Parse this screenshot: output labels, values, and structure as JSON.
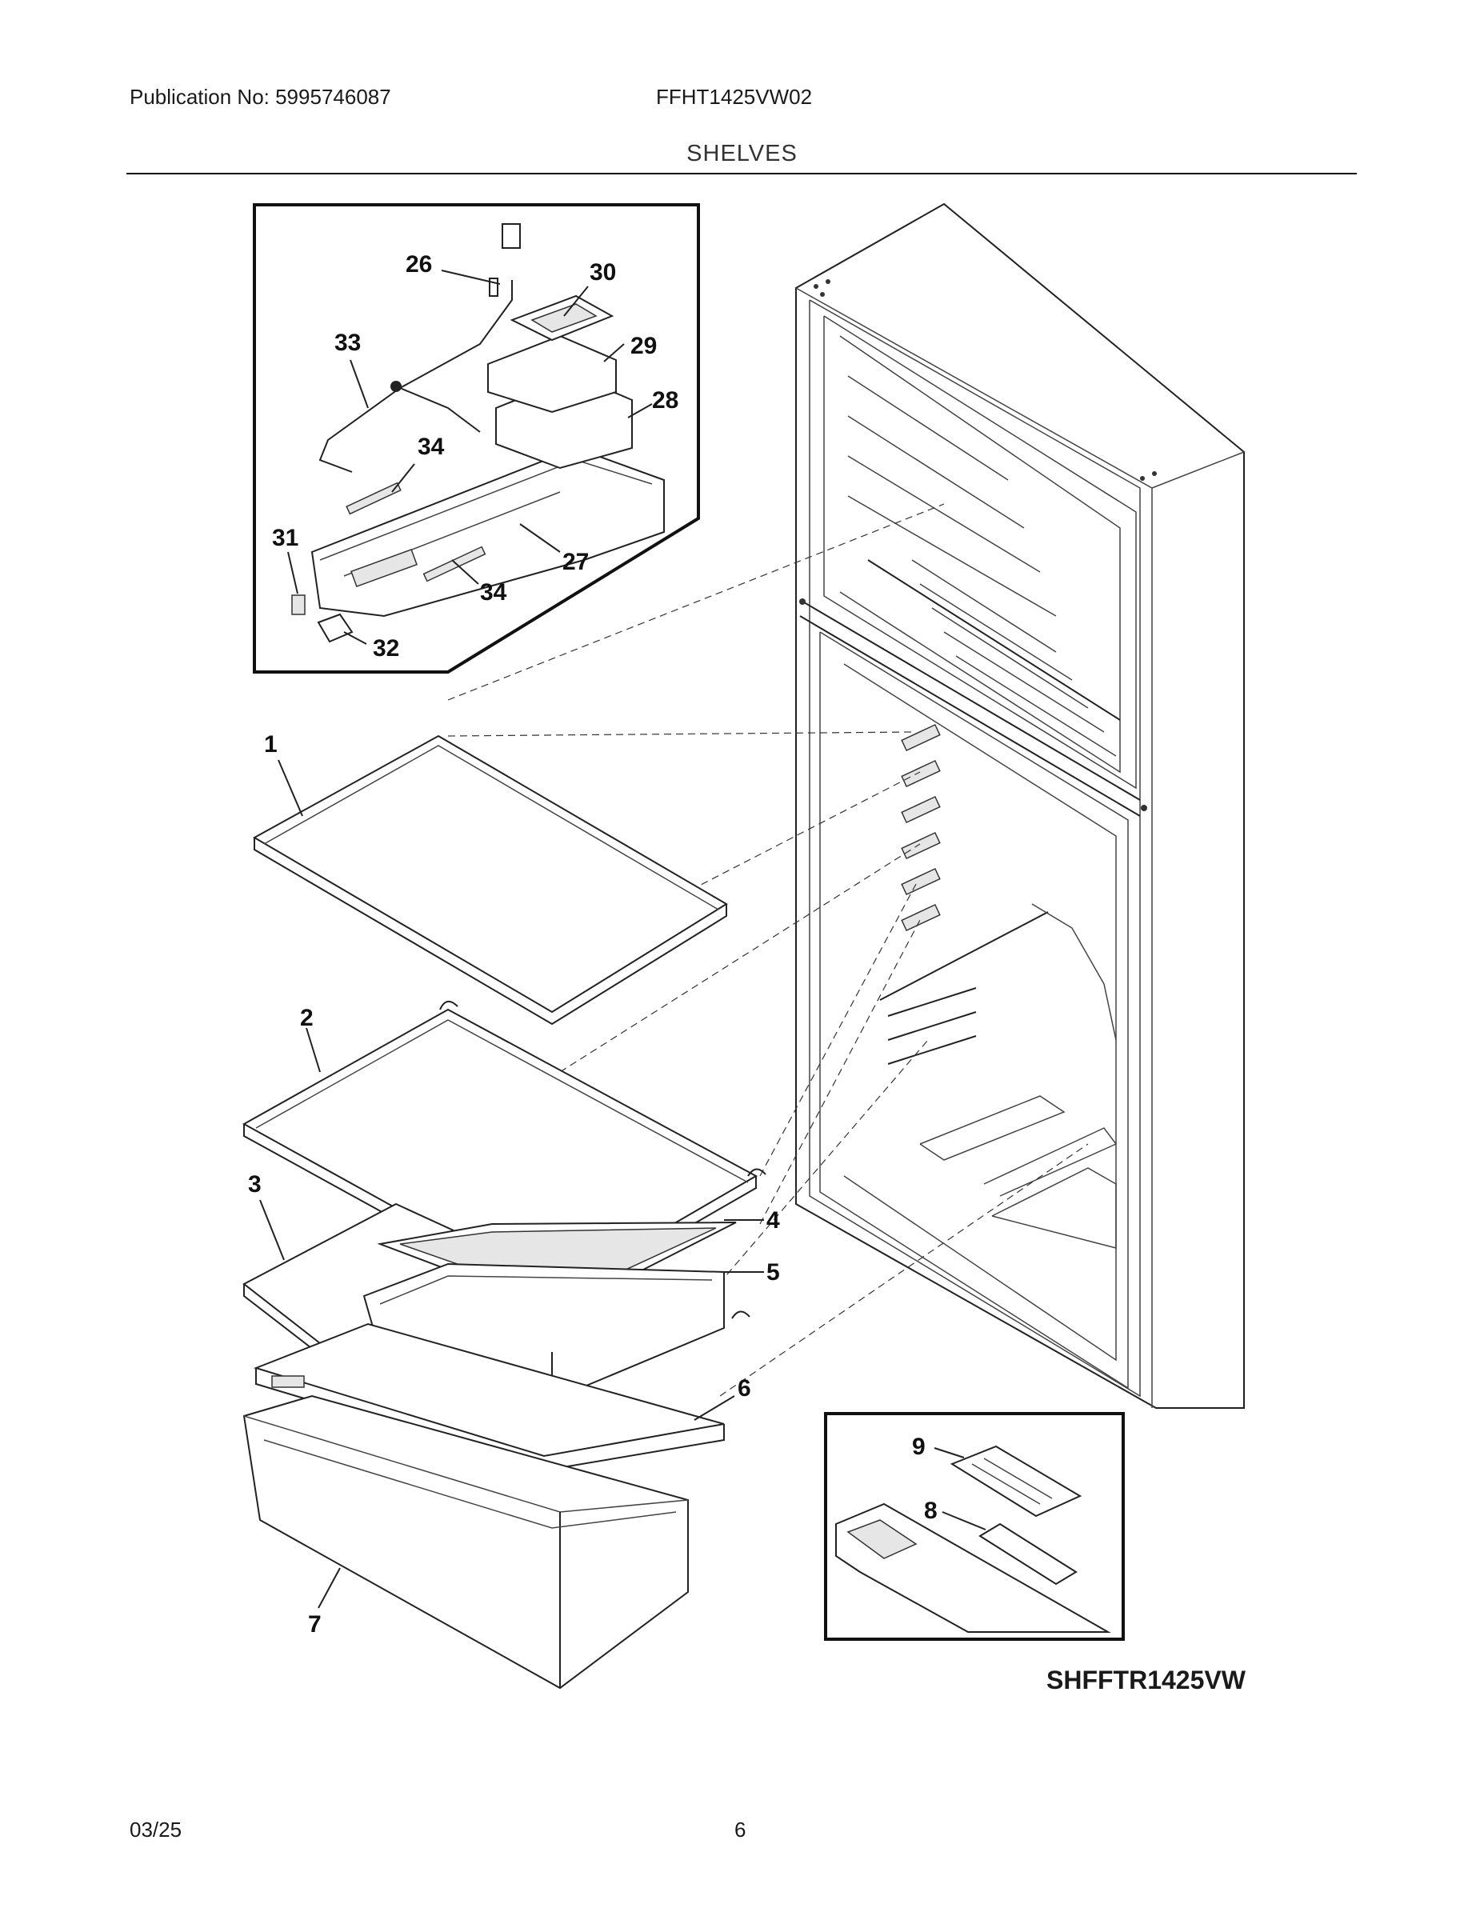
{
  "header": {
    "publication": "Publication No: 5995746087",
    "model": "FFHT1425VW02",
    "section": "SHELVES"
  },
  "footer": {
    "date": "03/25",
    "page": "6"
  },
  "assembly_code": "SHFFTR1425VW",
  "callouts": {
    "c1": "1",
    "c2": "2",
    "c3": "3",
    "c4": "4",
    "c5": "5",
    "c6": "6",
    "c7": "7",
    "c8": "8",
    "c9": "9",
    "c26": "26",
    "c27": "27",
    "c28": "28",
    "c29": "29",
    "c30": "30",
    "c31": "31",
    "c32": "32",
    "c33": "33",
    "c34a": "34",
    "c34b": "34"
  }
}
